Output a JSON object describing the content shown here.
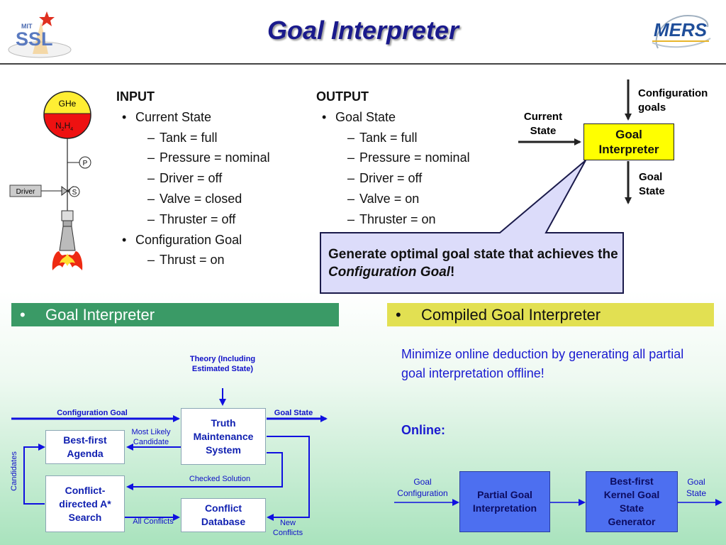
{
  "header": {
    "title": "Goal Interpreter",
    "left_logo_text": "SSL",
    "left_logo_small": "MIT",
    "right_logo_text": "MERS"
  },
  "engine": {
    "tank_top": "GHe",
    "tank_bottom": "N",
    "sub1": "2",
    "mid": "H",
    "sub2": "4",
    "pressure_label": "P",
    "valve_label": "S",
    "driver_label": "Driver"
  },
  "input": {
    "heading": "INPUT",
    "items": [
      {
        "level": 1,
        "text": "Current State"
      },
      {
        "level": 2,
        "text": "Tank = full"
      },
      {
        "level": 2,
        "text": "Pressure = nominal"
      },
      {
        "level": 2,
        "text": "Driver = off"
      },
      {
        "level": 2,
        "text": "Valve = closed"
      },
      {
        "level": 2,
        "text": "Thruster =  off"
      },
      {
        "level": 1,
        "text": "Configuration Goal"
      },
      {
        "level": 2,
        "text": "Thrust = on"
      }
    ]
  },
  "output": {
    "heading": "OUTPUT",
    "items": [
      {
        "level": 1,
        "text": "Goal State"
      },
      {
        "level": 2,
        "text": "Tank = full"
      },
      {
        "level": 2,
        "text": "Pressure = nominal"
      },
      {
        "level": 2,
        "text": "Driver = off"
      },
      {
        "level": 2,
        "text": "Valve = on"
      },
      {
        "level": 2,
        "text": "Thruster = on"
      }
    ]
  },
  "gi_block": {
    "box": "Goal Interpreter",
    "in_top": "Configuration goals",
    "in_left": "Current State",
    "out_bottom": "Goal State"
  },
  "callout": {
    "text_before": "Generate optimal goal state that achieves the ",
    "text_italic": "Configuration Goal",
    "text_after": "!"
  },
  "bands": {
    "left": "Goal Interpreter",
    "right": "Compiled Goal Interpreter",
    "left_color": "#3a9a66",
    "right_color": "#e2e052"
  },
  "left_diagram": {
    "theory": "Theory (Including Estimated State)",
    "config_goal": "Configuration Goal",
    "goal_state": "Goal State",
    "tms": "Truth Maintenance System",
    "agenda": "Best-first Agenda",
    "most_likely": "Most Likely Candidate",
    "checked": "Checked Solution",
    "candidates": "Candidates",
    "cdas": "Conflict-directed A* Search",
    "all_conflicts": "All Conflicts",
    "conflict_db": "Conflict Database",
    "new_conflicts": "New Conflicts"
  },
  "right_text": {
    "para": "Minimize online deduction by generating all partial goal interpretation offline!",
    "online": "Online:"
  },
  "right_diagram": {
    "in_label": "Goal Configuration",
    "box1": "Partial Goal Interpretation",
    "box2": "Best-first Kernel Goal State Generator",
    "out_label": "Goal State"
  },
  "colors": {
    "title": "#1a1a8c",
    "arrow_blue": "#1010e0",
    "gi_box_fill": "#ffff00",
    "callout_fill": "#dcdcfa",
    "callout_border": "#1a1a4a",
    "diagram_box_fill": "#4d6ff0"
  }
}
